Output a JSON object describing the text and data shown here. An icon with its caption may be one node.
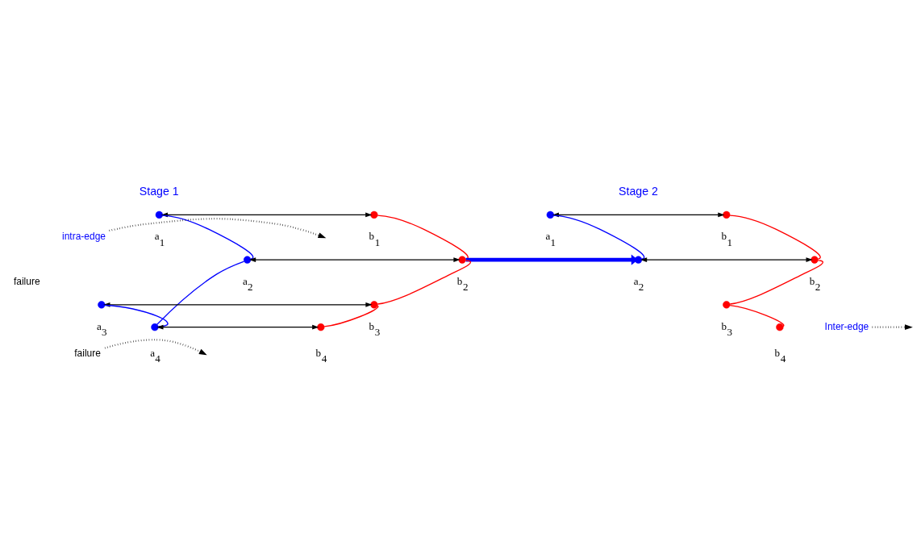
{
  "diagram": {
    "nodes": [
      {
        "text": [
          "Stage 1"
        ]
      },
      {
        "text": [],
        "shape": "circle",
        "beside": [
          "a$_{1}$"
        ]
      },
      {
        "text": [],
        "shape": "circle",
        "beside": [
          "b$_{1}$"
        ]
      },
      {
        "text": [],
        "shape": "circle",
        "beside": [
          "a$_{2}$"
        ]
      },
      {
        "text": [],
        "shape": "circle",
        "beside": [
          "b$_{2}$"
        ]
      },
      {
        "text": [],
        "shape": "circle",
        "beside": [
          "a$_{3}$"
        ]
      },
      {
        "text": [],
        "shape": "circle",
        "beside": [
          "b$_{3}$"
        ]
      },
      {
        "text": [],
        "shape": "circle",
        "beside": [
          "a$_{4}$"
        ]
      },
      {
        "text": [],
        "shape": "circle",
        "beside": [
          "b$_{4}$"
        ]
      },
      {
        "text": [
          "Stage 2"
        ]
      },
      {
        "text": [],
        "shape": "circle",
        "beside": [
          "a$_{1}$"
        ]
      },
      {
        "text": [],
        "shape": "circle",
        "beside": [
          "b$_{1}$"
        ]
      },
      {
        "text": [],
        "shape": "circle",
        "beside": [
          "a$_{2}$"
        ]
      },
      {
        "text": [],
        "shape": "circle",
        "beside": [
          "b$_{2}$"
        ]
      },
      {
        "text": [],
        "shape": "circle",
        "beside": [
          "b$_{3}$"
        ]
      },
      {
        "text": [],
        "shape": "circle",
        "beside": [
          "b$_{4}$"
        ]
      },
      {
        "text": [
          "intra-edge"
        ]
      },
      {
        "text": [
          "Inter-edge"
        ]
      },
      {
        "text": [
          "failure"
        ]
      }
    ],
    "edges": [
      {
        "from": 1,
        "to": 2,
        "arrow": "both"
      },
      {
        "from": 3,
        "to": 4,
        "arrow": "both"
      },
      {
        "from": 5,
        "to": 6,
        "arrow": "both"
      },
      {
        "from": 7,
        "to": 8,
        "arrow": "both"
      },
      {
        "from": 1,
        "to": 3,
        "arrow": "none",
        "color": "#0000ff"
      },
      {
        "from": 3,
        "to": 7,
        "arrow": "none",
        "color": "#0000ff"
      },
      {
        "from": 5,
        "to": 7,
        "arrow": "none",
        "color": "#0000ff"
      },
      {
        "from": 2,
        "to": 4,
        "arrow": "none",
        "color": "#ff0000"
      },
      {
        "from": 4,
        "to": 6,
        "arrow": "none",
        "color": "#ff0000"
      },
      {
        "from": 6,
        "to": 8,
        "arrow": "none",
        "color": "#ff0000"
      },
      {
        "from": 10,
        "to": 11,
        "arrow": "both"
      },
      {
        "from": 12,
        "to": 13,
        "arrow": "both"
      },
      {
        "from": 10,
        "to": 12,
        "arrow": "none",
        "color": "#0000ff"
      },
      {
        "from": 11,
        "to": 13,
        "arrow": "none",
        "color": "#ff0000"
      },
      {
        "from": 13,
        "to": 14,
        "arrow": "none",
        "color": "#ff0000"
      },
      {
        "from": 14,
        "to": 15,
        "arrow": "none",
        "color": "#ff0000"
      },
      {
        "from": 16,
        "to": null,
        "arrow": "to",
        "style": "dashed"
      },
      {
        "from": 17,
        "to": null,
        "arrow": "to",
        "style": "dashed"
      },
      {
        "from": 18,
        "to": null,
        "arrow": "to",
        "style": "dashed"
      },
      {
        "from": 4,
        "to": 12,
        "arrow": "to",
        "style": "thick",
        "color": "#0000ff"
      }
    ],
    "labels": [
      "failure"
    ]
  }
}
